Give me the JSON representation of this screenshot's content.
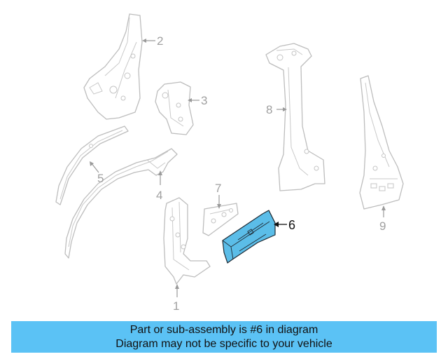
{
  "diagram": {
    "callouts": [
      "1",
      "2",
      "3",
      "4",
      "5",
      "6",
      "7",
      "8",
      "9"
    ],
    "highlighted": "6",
    "colors": {
      "highlight": "#5bbde8",
      "outline": "#bdbdbd",
      "banner": "#5bc2f5"
    }
  },
  "banner": {
    "line1": "Part or sub-assembly is #6 in diagram",
    "line2": "Diagram may not be specific to your vehicle"
  }
}
